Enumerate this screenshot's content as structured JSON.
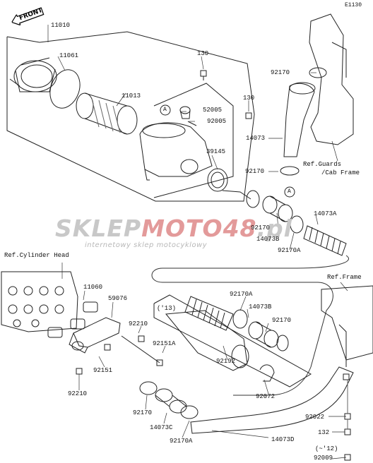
{
  "diagram_code": "E1130",
  "front_label": "FRONT",
  "watermark": {
    "part1": "SKLEP",
    "part2": "MOTO",
    "part3": "48",
    "part4": ".pl",
    "tagline": "internetowy sklep motocyklowy"
  },
  "labels": {
    "p11010": "11010",
    "p11061": "11061",
    "p130a": "130",
    "p11013": "11013",
    "p130b": "130",
    "p52005": "52005",
    "p92005": "92005",
    "p39145": "39145",
    "p92170a": "92170",
    "p14073": "14073",
    "ref_guards": "Ref.Guards",
    "cab_frame": "/Cab Frame",
    "p92170b": "92170",
    "p92170c": "92170",
    "p14073B_top": "14073B",
    "p92170A_top": "92170A",
    "p14073A": "14073A",
    "ref_cyl": "Ref.Cylinder Head",
    "ref_frame": "Ref.Frame",
    "p11060": "11060",
    "p59076": "59076",
    "p92170A_mid": "92170A",
    "yr13": "('13)",
    "p14073B_mid": "14073B",
    "p92210a": "92210",
    "p92151A": "92151A",
    "p92170d": "92170",
    "p92151": "92151",
    "p92192": "92192",
    "p92072": "92072",
    "p92210b": "92210",
    "p92170e": "92170",
    "p14073C": "14073C",
    "p92170A_bot": "92170A",
    "p92022": "92022",
    "p132": "132",
    "p14073D": "14073D",
    "yr12": "(~'12)",
    "p92009": "92009",
    "circleA1": "A",
    "circleA2": "A"
  }
}
